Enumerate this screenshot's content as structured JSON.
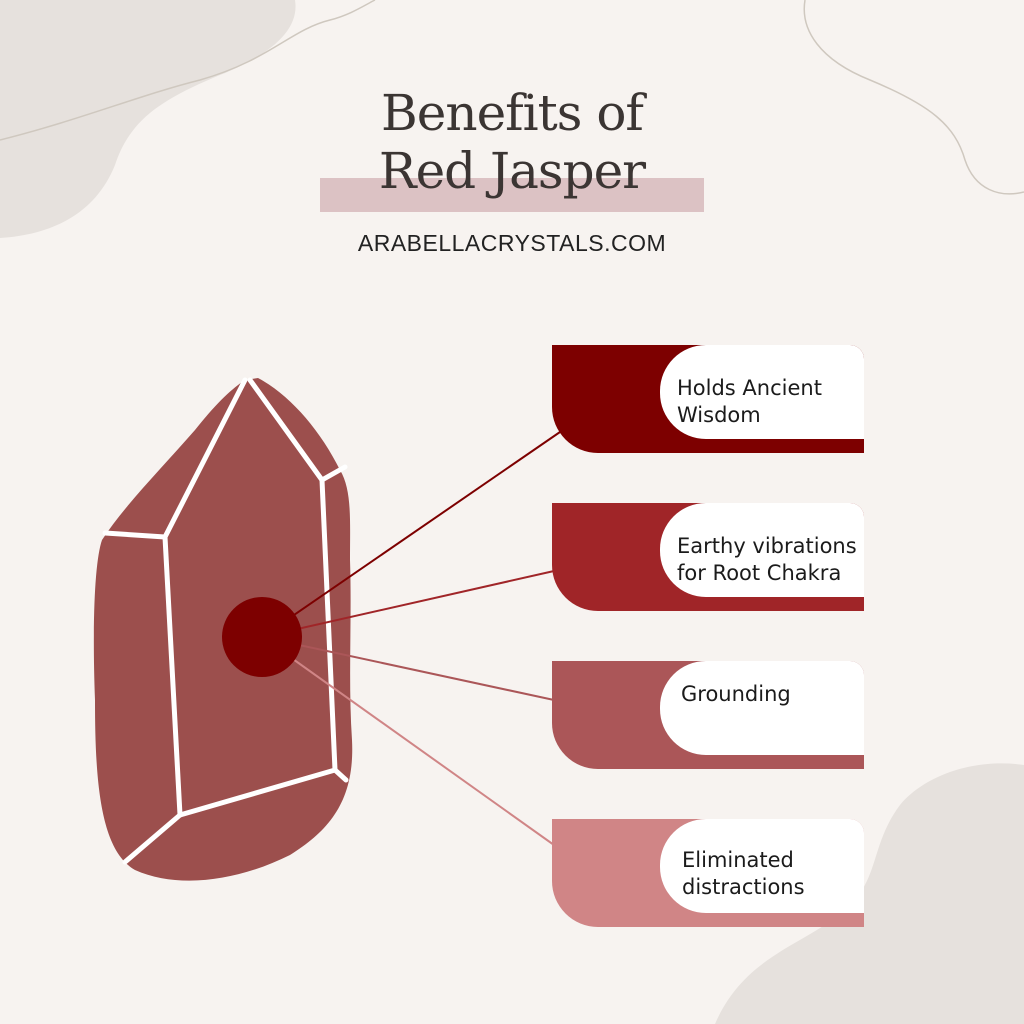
{
  "title": {
    "line1": "Benefits of",
    "line2": "Red Jasper"
  },
  "website": "ARABELLACRYSTALS.COM",
  "crystal": {
    "icon": "red-jasper-crystal-icon",
    "color": "#9c4f4d",
    "center_color": "#7d0000"
  },
  "benefits": [
    {
      "line1": "Holds Ancient",
      "line2": "Wisdom",
      "color": "#7d0000"
    },
    {
      "line1": "Earthy vibrations",
      "line2": "for Root Chakra",
      "color": "#a02528"
    },
    {
      "line1": "Grounding",
      "line2": "",
      "color": "#ab5658"
    },
    {
      "line1": "Eliminated",
      "line2": "distractions",
      "color": "#d08586"
    }
  ]
}
